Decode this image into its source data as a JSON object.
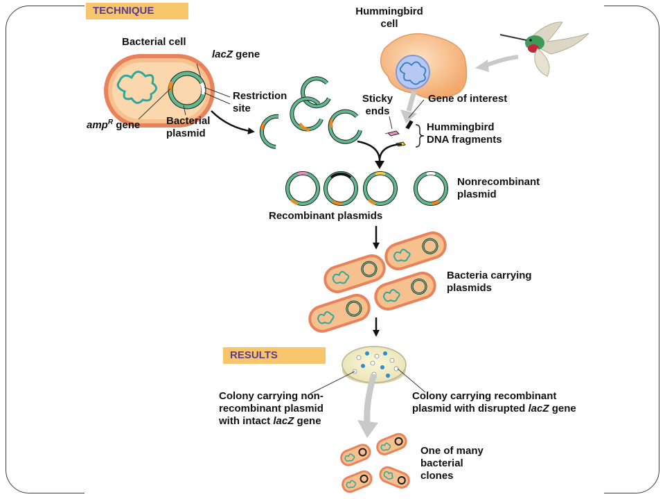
{
  "badges": {
    "technique": "TECHNIQUE",
    "results": "RESULTS"
  },
  "labels": {
    "bacterial_cell": "Bacterial cell",
    "lacz_gene_name": "lacZ",
    "lacz_gene_suffix": " gene",
    "restriction_site_1": "Restriction",
    "restriction_site_2": "site",
    "ampr_prefix": "amp",
    "ampr_sup": "R",
    "ampr_suffix": " gene",
    "bacterial_plasmid_1": "Bacterial",
    "bacterial_plasmid_2": "plasmid",
    "hummingbird_cell_1": "Hummingbird",
    "hummingbird_cell_2": "cell",
    "sticky_ends_1": "Sticky",
    "sticky_ends_2": "ends",
    "gene_of_interest": "Gene of interest",
    "dna_fragments_1": "Hummingbird",
    "dna_fragments_2": "DNA fragments",
    "nonrecombinant_1": "Nonrecombinant",
    "nonrecombinant_2": "plasmid",
    "recombinant_plasmids": "Recombinant plasmids",
    "bacteria_carrying_1": "Bacteria carrying",
    "bacteria_carrying_2": "plasmids",
    "colony_nonrec_1": "Colony carrying non-",
    "colony_nonrec_2": "recombinant plasmid",
    "colony_nonrec_3a": "with intact ",
    "colony_nonrec_3b": "lacZ",
    "colony_nonrec_3c": " gene",
    "colony_rec_1": "Colony carrying recombinant",
    "colony_rec_2a": "plasmid with disrupted ",
    "colony_rec_2b": "lacZ",
    "colony_rec_2c": " gene",
    "clones_1": "One of many",
    "clones_2": "bacterial",
    "clones_3": "clones"
  },
  "colors": {
    "badge_fill": "#f7c56c",
    "badge_text": "#5a3b8c",
    "cell_fill": "#f6c08f",
    "cell_outline": "#d9764e",
    "plasmid_green": "#5fb88e",
    "ampr_orange": "#ef8a1e",
    "nucleus_blue": "#a9bff0",
    "dna_teal": "#2aa89a",
    "arrow_gray": "#c9c9c9"
  }
}
